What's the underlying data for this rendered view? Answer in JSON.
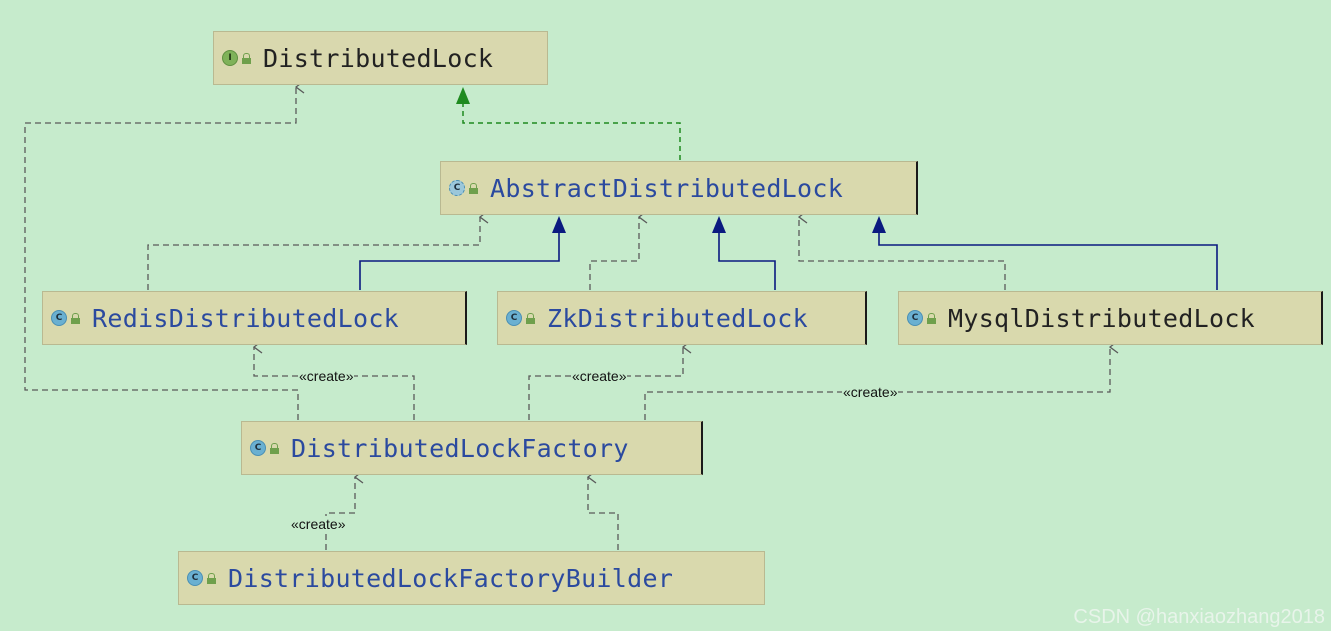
{
  "diagram": {
    "nodes": {
      "distributed_lock": {
        "label": "DistributedLock",
        "kind": "I",
        "kind_icon": "interface-icon"
      },
      "abstract_distributed_lock": {
        "label": "AbstractDistributedLock",
        "kind": "C",
        "kind_icon": "abstract-class-icon"
      },
      "redis_distributed_lock": {
        "label": "RedisDistributedLock",
        "kind": "C",
        "kind_icon": "class-icon"
      },
      "zk_distributed_lock": {
        "label": "ZkDistributedLock",
        "kind": "C",
        "kind_icon": "class-icon"
      },
      "mysql_distributed_lock": {
        "label": "MysqlDistributedLock",
        "kind": "C",
        "kind_icon": "class-icon"
      },
      "distributed_lock_factory": {
        "label": "DistributedLockFactory",
        "kind": "C",
        "kind_icon": "class-icon"
      },
      "distributed_lock_factory_builder": {
        "label": "DistributedLockFactoryBuilder",
        "kind": "C",
        "kind_icon": "class-icon"
      }
    },
    "stereotypes": {
      "create_redis": "«create»",
      "create_zk": "«create»",
      "create_mysql": "«create»",
      "create_factory": "«create»"
    },
    "colors": {
      "background": "#c6ebcc",
      "node_fill": "#d9d9ad",
      "dependency": "#5a5a5a",
      "implements": "#1f8a1f",
      "extends": "#0a1a80"
    }
  },
  "watermark": "CSDN @hanxiaozhang2018"
}
